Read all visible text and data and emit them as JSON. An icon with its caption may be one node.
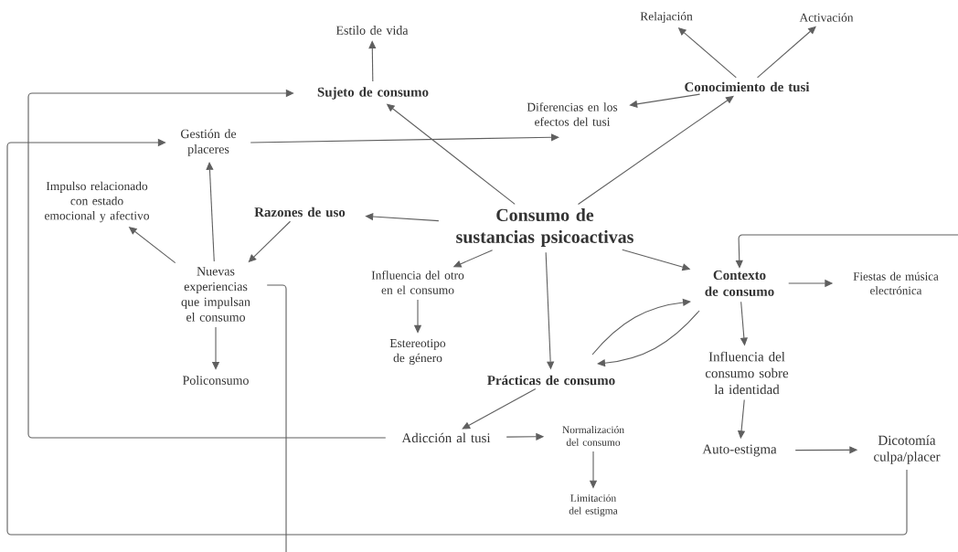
{
  "diagram": {
    "nodes": [
      {
        "text": [
          "Estilo de vida"
        ]
      },
      {
        "text": [
          "Sujeto de consumo"
        ]
      },
      {
        "text": [
          "Relajación"
        ]
      },
      {
        "text": [
          "Activación"
        ]
      },
      {
        "text": [
          "Conocimiento de tusi"
        ]
      },
      {
        "text": [
          "Diferencias en los efectos del tusi"
        ]
      },
      {
        "text": [
          "Gestión de placeres"
        ]
      },
      {
        "text": [
          "Impulso relacionado con estado emocional y afectivo"
        ]
      },
      {
        "text": [
          "Razones de uso"
        ]
      },
      {
        "text": [
          "Consumo de sustancias psicoactivas"
        ]
      },
      {
        "text": [
          "Nuevas experiencias que impulsan el consumo"
        ]
      },
      {
        "text": [
          "Influencia del otro en el consumo"
        ]
      },
      {
        "text": [
          "Contexto de consumo"
        ]
      },
      {
        "text": [
          "Fiestas de música electrónica"
        ]
      },
      {
        "text": [
          "Estereotipo de género"
        ]
      },
      {
        "text": [
          "Prácticas de consumo"
        ]
      },
      {
        "text": [
          "Policonsumo"
        ]
      },
      {
        "text": [
          "Influencia del consumo sobre la identidad"
        ]
      },
      {
        "text": [
          "Adicción al tusi"
        ]
      },
      {
        "text": [
          "Normalización del consumo"
        ]
      },
      {
        "text": [
          "Auto-estigma"
        ]
      },
      {
        "text": [
          "Dicotomía culpa/placer"
        ]
      },
      {
        "text": [
          "Limitación del estigma"
        ]
      }
    ],
    "edges": [
      {
        "from": 1,
        "to": 0,
        "arrow": "to"
      },
      {
        "from": 9,
        "to": 1,
        "arrow": "to"
      },
      {
        "from": 4,
        "to": 2,
        "arrow": "to"
      },
      {
        "from": 4,
        "to": 3,
        "arrow": "to"
      },
      {
        "from": 4,
        "to": 5,
        "arrow": "to"
      },
      {
        "from": 9,
        "to": 4,
        "arrow": "to"
      },
      {
        "from": 6,
        "to": 5,
        "arrow": "to"
      },
      {
        "from": 9,
        "to": 8,
        "arrow": "to"
      },
      {
        "from": 8,
        "to": 10,
        "arrow": "to"
      },
      {
        "from": 10,
        "to": 7,
        "arrow": "to"
      },
      {
        "from": 10,
        "to": 6,
        "arrow": "to"
      },
      {
        "from": 10,
        "to": 16,
        "arrow": "to"
      },
      {
        "from": 9,
        "to": 11,
        "arrow": "to"
      },
      {
        "from": 11,
        "to": 14,
        "arrow": "to"
      },
      {
        "from": 9,
        "to": 12,
        "arrow": "to"
      },
      {
        "from": 9,
        "to": 15,
        "arrow": "to"
      },
      {
        "from": 15,
        "to": 12,
        "arrow": "to"
      },
      {
        "from": 12,
        "to": 15,
        "arrow": "to"
      },
      {
        "from": 12,
        "to": 13,
        "arrow": "to"
      },
      {
        "from": 12,
        "to": 17,
        "arrow": "to"
      },
      {
        "from": 17,
        "to": 20,
        "arrow": "to"
      },
      {
        "from": 20,
        "to": 21,
        "arrow": "to"
      },
      {
        "from": 15,
        "to": 18,
        "arrow": "to"
      },
      {
        "from": 18,
        "to": 19,
        "arrow": "to"
      },
      {
        "from": 19,
        "to": 22,
        "arrow": "to"
      },
      {
        "from": 18,
        "to": 1,
        "arrow": "to"
      },
      {
        "from": 21,
        "to": 6,
        "arrow": "to"
      },
      {
        "from": 10,
        "to": null,
        "arrow": "none"
      },
      {
        "from": null,
        "to": 12,
        "arrow": "to"
      }
    ]
  }
}
